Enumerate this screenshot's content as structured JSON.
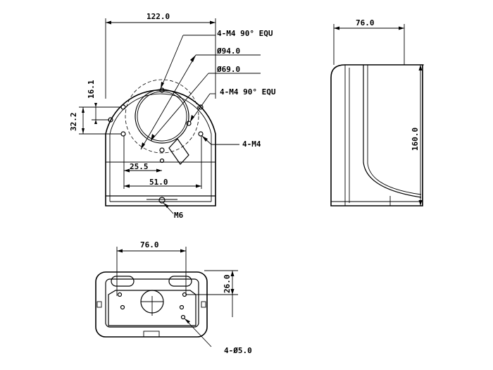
{
  "front_view": {
    "dim_width": "122.0",
    "label_top_holes": "4-M4 90° EQU",
    "label_dia_outer": "Ø94.0",
    "label_dia_inner": "Ø69.0",
    "label_mid_holes": "4-M4 90° EQU",
    "label_side_holes": "4-M4",
    "dim_16": "16.1",
    "dim_32": "32.2",
    "dim_25": "25.5",
    "dim_51": "51.0",
    "label_bottom_screw": "M6"
  },
  "side_view": {
    "dim_depth": "76.0",
    "dim_height": "160.0"
  },
  "bottom_view": {
    "dim_width": "76.0",
    "dim_depth": "26.0",
    "label_holes": "4-Ø5.0"
  }
}
